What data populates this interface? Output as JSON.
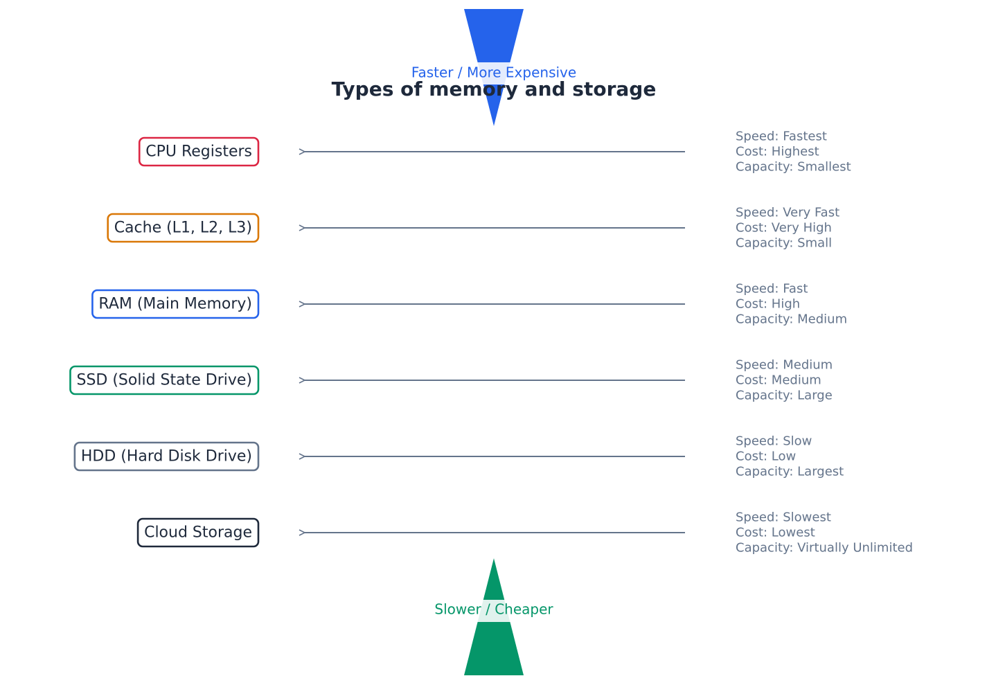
{
  "diagram": {
    "title": "Types of memory and storage",
    "top_label": "Faster / More Expensive",
    "bottom_label": "Slower / Cheaper",
    "colors": {
      "top_indicator": "#2563eb",
      "bottom_indicator": "#059669",
      "arrow": "#64748b",
      "detail_text": "#64748b",
      "label_text": "#1e293b"
    },
    "tiers": [
      {
        "name": "CPU Registers",
        "border_color": "#dc2643",
        "speed": "Speed: Fastest",
        "cost": "Cost: Highest",
        "capacity": "Capacity: Smallest"
      },
      {
        "name": "Cache (L1, L2, L3)",
        "border_color": "#d97706",
        "speed": "Speed: Very Fast",
        "cost": "Cost: Very High",
        "capacity": "Capacity: Small"
      },
      {
        "name": "RAM (Main Memory)",
        "border_color": "#2563eb",
        "speed": "Speed: Fast",
        "cost": "Cost: High",
        "capacity": "Capacity: Medium"
      },
      {
        "name": "SSD (Solid State Drive)",
        "border_color": "#059669",
        "speed": "Speed: Medium",
        "cost": "Cost: Medium",
        "capacity": "Capacity: Large"
      },
      {
        "name": "HDD (Hard Disk Drive)",
        "border_color": "#64748b",
        "speed": "Speed: Slow",
        "cost": "Cost: Low",
        "capacity": "Capacity: Largest"
      },
      {
        "name": "Cloud Storage",
        "border_color": "#1e293b",
        "speed": "Speed: Slowest",
        "cost": "Cost: Lowest",
        "capacity": "Capacity: Virtually Unlimited"
      }
    ]
  }
}
